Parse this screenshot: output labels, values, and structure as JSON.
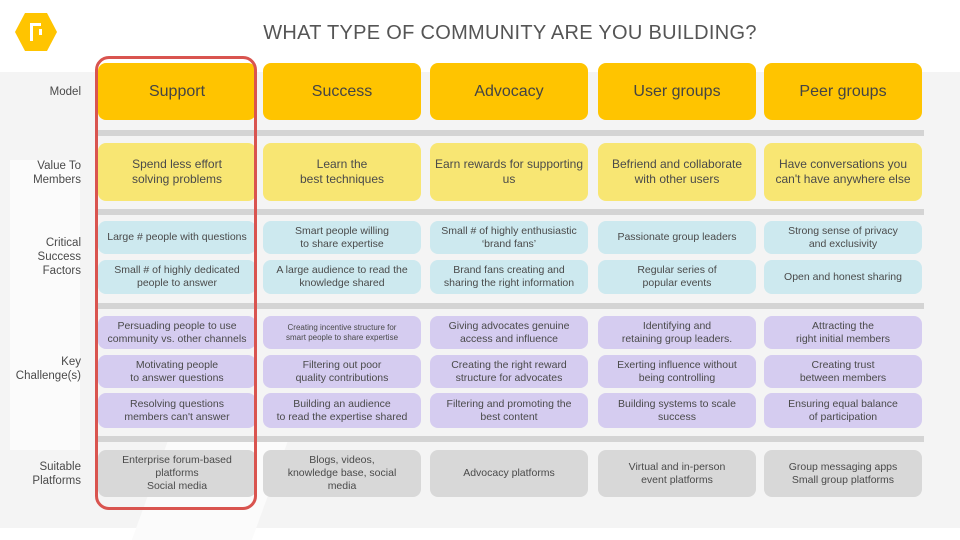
{
  "title": "WHAT TYPE OF COMMUNITY ARE YOU BUILDING?",
  "colors": {
    "model": "#ffc400",
    "value": "#f8e673",
    "success_factors": "#cde9ef",
    "challenges": "#d5ccf0",
    "platforms": "#d8d8d8",
    "highlight": "#d9544f",
    "logo": "#ffc400"
  },
  "row_labels": {
    "model": "Model",
    "value": "Value To\nMembers",
    "success_factors": "Critical\nSuccess\nFactors",
    "challenges": "Key\nChallenge(s)",
    "platforms": "Suitable\nPlatforms"
  },
  "highlighted_column": "Support",
  "columns": [
    {
      "model": "Support",
      "value": "Spend less effort\nsolving problems",
      "success_factors": [
        "Large # people with questions",
        "Small # of highly dedicated\npeople to answer"
      ],
      "challenges": [
        "Persuading people to use\ncommunity vs. other channels",
        "Motivating people\nto answer questions",
        "Resolving questions\nmembers can't answer"
      ],
      "platforms": "Enterprise forum-based\nplatforms\nSocial media"
    },
    {
      "model": "Success",
      "value": "Learn the\nbest techniques",
      "success_factors": [
        "Smart people willing\nto share expertise",
        "A large audience to read the\nknowledge shared"
      ],
      "challenges": [
        "Creating incentive structure for\nsmart people to share expertise",
        "Filtering out poor\nquality contributions",
        "Building an audience\nto read the expertise shared"
      ],
      "platforms": "Blogs, videos,\nknowledge base, social\nmedia"
    },
    {
      "model": "Advocacy",
      "value": "Earn rewards for supporting\nus",
      "success_factors": [
        "Small # of highly enthusiastic\n‘brand fans’",
        "Brand fans creating and\nsharing the right information"
      ],
      "challenges": [
        "Giving advocates genuine\naccess and influence",
        "Creating the right reward\nstructure for advocates",
        "Filtering and promoting the\nbest content"
      ],
      "platforms": "Advocacy platforms"
    },
    {
      "model": "User groups",
      "value": "Befriend and collaborate\nwith other users",
      "success_factors": [
        "Passionate group leaders",
        "Regular series of\npopular events"
      ],
      "challenges": [
        "Identifying and\nretaining group leaders.",
        "Exerting influence without\nbeing controlling",
        "Building systems to scale\nsuccess"
      ],
      "platforms": "Virtual and in-person\nevent platforms"
    },
    {
      "model": "Peer groups",
      "value": "Have conversations you\ncan't have anywhere else",
      "success_factors": [
        "Strong sense of privacy\nand exclusivity",
        "Open and honest sharing"
      ],
      "challenges": [
        "Attracting the\nright initial members",
        "Creating trust\nbetween members",
        "Ensuring equal balance\nof participation"
      ],
      "platforms": "Group messaging apps\nSmall group platforms"
    }
  ]
}
